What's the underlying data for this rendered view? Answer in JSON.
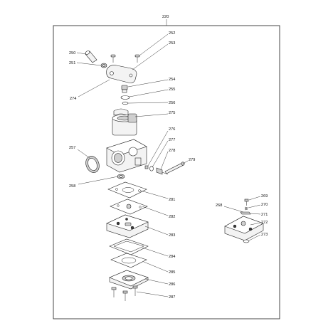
{
  "assembly": {
    "number": "220"
  },
  "callouts": {
    "c250": "250",
    "c251": "251",
    "c252": "252",
    "c253": "253",
    "c254": "254",
    "c255": "255",
    "c256": "256",
    "c257": "257",
    "c258": "258",
    "c274": "274",
    "c275": "275",
    "c276": "276",
    "c277": "277",
    "c278": "278",
    "c279": "279",
    "c281": "281",
    "c282": "282",
    "c283": "283",
    "c284": "284",
    "c285": "285",
    "c286": "286",
    "c287": "287",
    "c268": "268",
    "c269": "269",
    "c270": "270",
    "c271": "271",
    "c272": "272",
    "c273": "273"
  },
  "colors": {
    "line": "#222222",
    "frame": "#333333",
    "background": "#ffffff"
  }
}
